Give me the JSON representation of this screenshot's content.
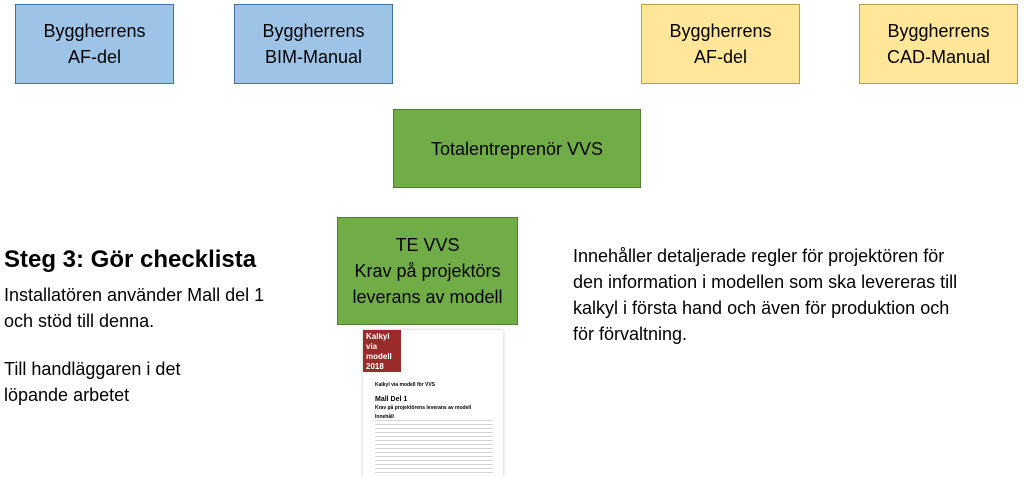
{
  "boxes": {
    "blue_af": {
      "line1": "Byggherrens",
      "line2": "AF-del"
    },
    "blue_bim": {
      "line1": "Byggherrens",
      "line2": "BIM-Manual"
    },
    "yellow_af": {
      "line1": "Byggherrens",
      "line2": "AF-del"
    },
    "yellow_cad": {
      "line1": "Byggherrens",
      "line2": "CAD-Manual"
    },
    "totalentreprenor": {
      "line1": "Totalentreprenör VVS"
    },
    "te_vvs": {
      "line1": "TE VVS",
      "line2": "Krav på projektörs",
      "line3": "leverans av modell"
    }
  },
  "left_text": {
    "heading": "Steg 3: Gör checklista",
    "line1": "Installatören använder Mall del 1",
    "line2": "och stöd till denna.",
    "line3": "Till handläggaren i det",
    "line4": "löpande arbetet"
  },
  "right_text": {
    "line1": "Innehåller detaljerade regler för  projektören för",
    "line2": "den information i modellen som ska levereras till",
    "line3": "kalkyl i första hand och även för produktion och",
    "line4": "för förvaltning."
  },
  "document": {
    "badge_line1": "Kalkyl",
    "badge_line2": "via",
    "badge_line3": "modell",
    "badge_line4": "2018",
    "subheader": "Kalkyl via modell för VVS",
    "title": "Mall Del 1",
    "subtitle": "Krav på projektörens leverans av modell",
    "toc_title": "Innehåll"
  }
}
